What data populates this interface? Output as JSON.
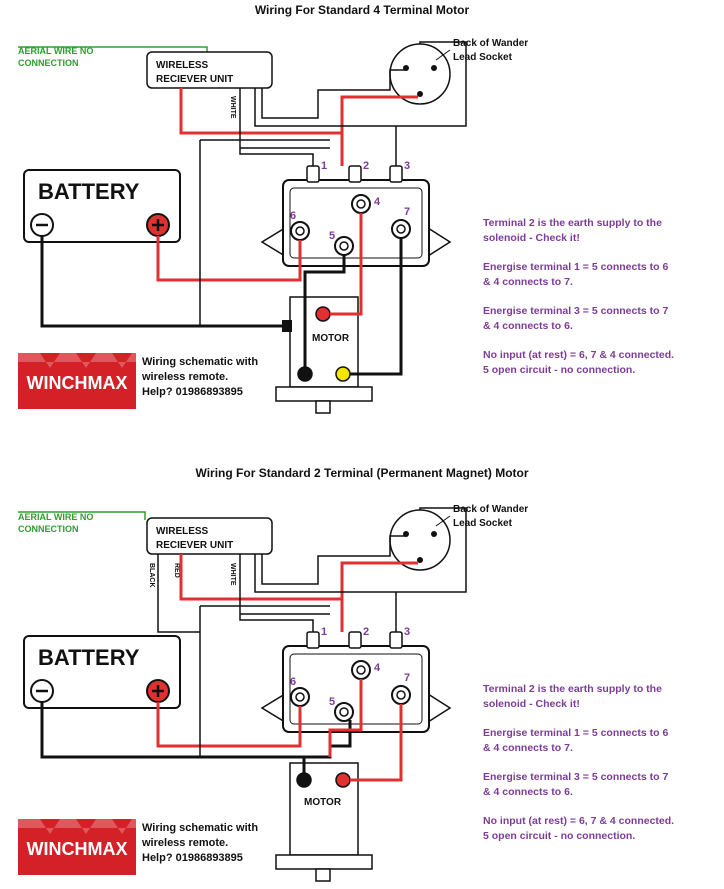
{
  "diagrams": [
    {
      "title": "Wiring For Standard 4 Terminal Motor",
      "aerial_line1": "AERIAL WIRE NO",
      "aerial_line2": "CONNECTION",
      "receiver_line1": "WIRELESS",
      "receiver_line2": "RECIEVER UNIT",
      "white_label": "WHITE",
      "socket_line1": "Back of Wander",
      "socket_line2": "Lead Socket",
      "battery_label": "BATTERY",
      "terminals": [
        "1",
        "2",
        "3",
        "4",
        "5",
        "6",
        "7"
      ],
      "motor_label": "MOTOR",
      "notes": [
        "Terminal 2 is the earth supply to the",
        "solenoid - Check it!",
        "Energise terminal 1 = 5 connects to 6",
        "& 4 connects to 7.",
        "Energise terminal 3 = 5 connects to 7",
        "& 4 connects to 6.",
        "No input (at rest) = 6, 7 & 4 connected.",
        "5 open circuit - no connection."
      ],
      "logo_text": "WINCHMAX",
      "schematic_line1": "Wiring schematic with",
      "schematic_line2": "wireless remote.",
      "schematic_line3": "Help? 01986893895"
    },
    {
      "title": "Wiring For Standard 2 Terminal (Permanent Magnet) Motor",
      "aerial_line1": "AERIAL WIRE NO",
      "aerial_line2": "CONNECTION",
      "receiver_line1": "WIRELESS",
      "receiver_line2": "RECIEVER UNIT",
      "black_label": "BLACK",
      "red_label": "RED",
      "white_label": "WHITE",
      "socket_line1": "Back of Wander",
      "socket_line2": "Lead Socket",
      "battery_label": "BATTERY",
      "terminals": [
        "1",
        "2",
        "3",
        "4",
        "5",
        "6",
        "7"
      ],
      "motor_label": "MOTOR",
      "notes": [
        "Terminal 2 is the earth supply to the",
        "solenoid - Check it!",
        "Energise terminal 1 = 5 connects to 6",
        "& 4 connects to 7.",
        "Energise terminal 3 = 5 connects to 7",
        "& 4 connects to 6.",
        "No input (at rest) = 6, 7 & 4 connected.",
        "5 open circuit - no connection."
      ],
      "logo_text": "WINCHMAX",
      "schematic_line1": "Wiring schematic with",
      "schematic_line2": "wireless remote.",
      "schematic_line3": "Help? 01986893895"
    }
  ],
  "colors": {
    "red_wire": "#e03030",
    "black_wire": "#111111",
    "green_wire": "#2ca02c",
    "note_text": "#7d3c98",
    "logo_red": "#d42027"
  }
}
